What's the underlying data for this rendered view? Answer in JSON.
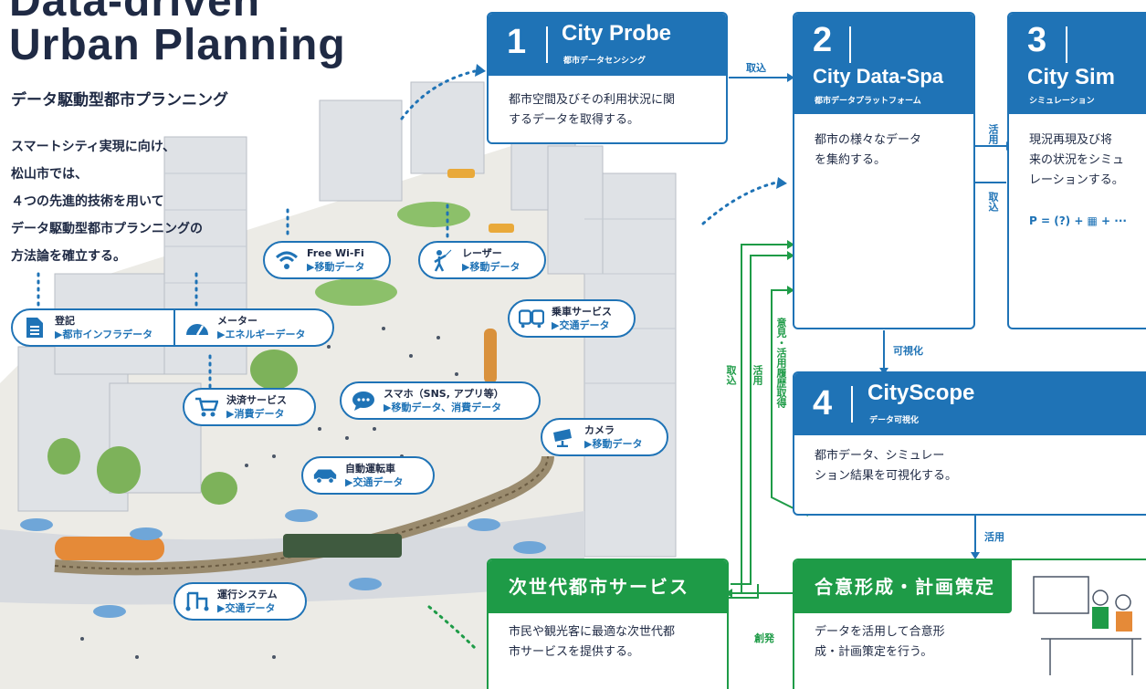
{
  "title_en": "Data-driven\nUrban Planning",
  "title_jp": "データ駆動型都市プランニング",
  "intro": "スマートシティ実現に向け、\n松山市では、\n４つの先進的技術を用いて\nデータ駆動型都市プランニングの\n方法論を確立する。",
  "cards": {
    "c1": {
      "num": "1",
      "name": "City Probe",
      "sub": "都市データセンシング",
      "desc": "都市空間及びその利用状況に関\nするデータを取得する。"
    },
    "c2": {
      "num": "2",
      "name": "City Data-Spa",
      "sub": "都市データプラットフォーム",
      "desc": "都市の様々なデータ\nを集約する。"
    },
    "c3": {
      "num": "3",
      "name": "City Sim",
      "sub": "シミュレーション",
      "desc": "現況再現及び将\n来の状況をシミュ\nレーションする。",
      "formula": "P = (?) + ▦ + ···"
    },
    "c4": {
      "num": "4",
      "name": "CityScope",
      "sub": "データ可視化",
      "desc": "都市データ、シミュレー\nション結果を可視化する。"
    },
    "service": {
      "name": "次世代都市サービス",
      "desc": "市民や観光客に最適な次世代都\n市サービスを提供する。"
    },
    "consensus": {
      "name": "合意形成・計画策定",
      "desc": "データを活用して合意形\n成・計画策定を行う。"
    }
  },
  "arrows": {
    "torikomi_top": "取込",
    "katsuyo_right": "活用",
    "torikomi_right": "取込",
    "kashika": "可視化",
    "katsuyo_down": "活用",
    "sohatsu": "創発",
    "torikomi_left": "取込",
    "katsuyo_left": "活用",
    "iken": "意見・活用履歴取得"
  },
  "pills": [
    {
      "line1": "Free Wi-Fi",
      "line2": "▶移動データ",
      "icon": "wifi-icon"
    },
    {
      "line1": "レーザー",
      "line2": "▶移動データ",
      "icon": "laser-person-icon"
    },
    {
      "line1": "乗車サービス",
      "line2": "▶交通データ",
      "icon": "bus-train-icon"
    },
    {
      "line1": "登記",
      "line2": "▶都市インフラデータ",
      "icon": "document-icon"
    },
    {
      "line1": "メーター",
      "line2": "▶エネルギーデータ",
      "icon": "meter-icon"
    },
    {
      "line1": "決済サービス",
      "line2": "▶消費データ",
      "icon": "cart-icon"
    },
    {
      "line1": "スマホ（SNS, アプリ等）",
      "line2": "▶移動データ、消費データ",
      "icon": "chat-icon"
    },
    {
      "line1": "カメラ",
      "line2": "▶移動データ",
      "icon": "camera-icon"
    },
    {
      "line1": "自動運転車",
      "line2": "▶交通データ",
      "icon": "car-icon"
    },
    {
      "line1": "運行システム",
      "line2": "▶交通データ",
      "icon": "route-icon"
    }
  ],
  "colors": {
    "blue": "#1f73b6",
    "green": "#1e9b47",
    "navy": "#1f2a44"
  }
}
